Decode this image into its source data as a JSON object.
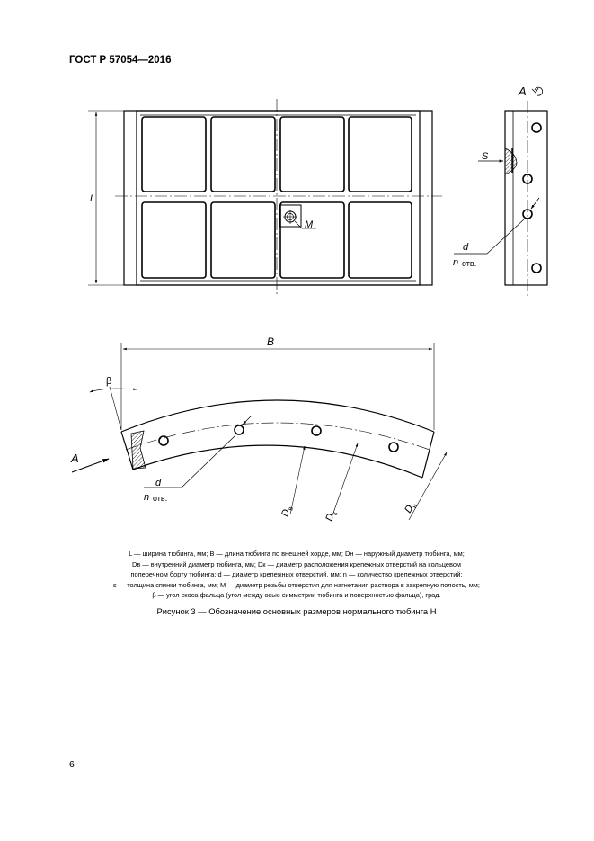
{
  "header": {
    "standard": "ГОСТ Р 57054—2016"
  },
  "drawing": {
    "label_L": "L",
    "label_M": "M",
    "label_A_top": "A",
    "label_S": "S",
    "label_d_top": "d",
    "label_n_top": "n",
    "label_otv_top": "отв.",
    "label_B": "B",
    "label_beta": "β",
    "label_A_bottom": "A",
    "label_d_bottom": "d",
    "label_n_bottom": "n",
    "label_otv_bottom": "отв.",
    "label_D": "D",
    "sub_v": "в",
    "sub_k": "к",
    "sub_n": "н"
  },
  "legend": {
    "line1": "L — ширина тюбинга, мм; B — длина тюбинга по внешней хорде, мм; Dн — наружный диаметр тюбинга, мм;",
    "line2": "Dв — внутренний диаметр тюбинга, мм; Dк — диаметр расположения крепежных отверстий на кольцевом",
    "line3": "поперечном борту тюбинга; d — диаметр крепежных отверстий, мм; n — количество крепежных отверстий;",
    "line4": "s — толщина спинки тюбинга, мм; M — диаметр резьбы отверстия для нагнетания раствора в закрепную полость, мм;",
    "line5": "β — угол скоса фальца (угол между осью симметрии тюбинга и поверхностью фальца), град."
  },
  "caption": "Рисунок 3 — Обозначение основных размеров нормального тюбинга Н",
  "page_number": "6"
}
